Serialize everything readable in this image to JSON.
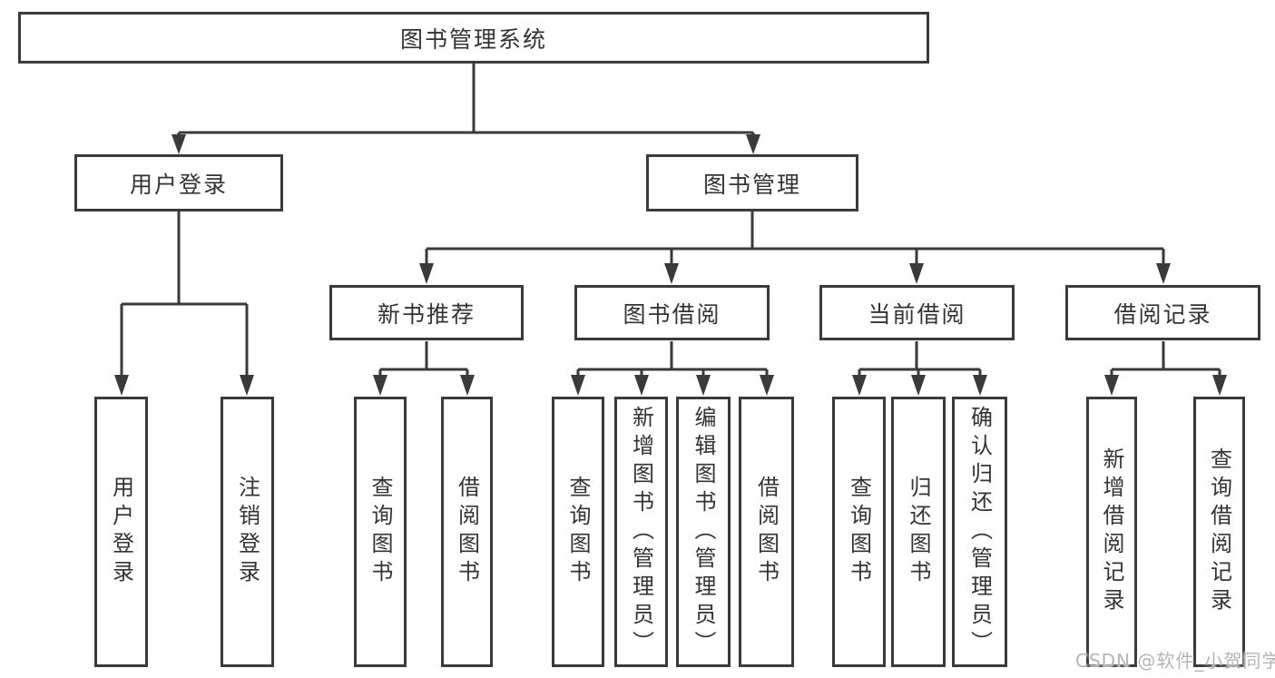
{
  "colors": {
    "line": "#3a3a3a",
    "node_border": "#3a3a3a",
    "node_text": "#333333",
    "background": "#ffffff",
    "watermark": "#b4b4b4"
  },
  "watermark": "CSDN @软件_小贺同学",
  "tree": {
    "root": {
      "label": "图书管理系统",
      "children": [
        {
          "label": "用户登录",
          "children": [
            {
              "label": "用户登录"
            },
            {
              "label": "注销登录"
            }
          ]
        },
        {
          "label": "图书管理",
          "children": [
            {
              "label": "新书推荐",
              "children": [
                {
                  "label": "查询图书"
                },
                {
                  "label": "借阅图书"
                }
              ]
            },
            {
              "label": "图书借阅",
              "children": [
                {
                  "label": "查询图书"
                },
                {
                  "label": "新增图书（管理员）"
                },
                {
                  "label": "编辑图书（管理员）"
                },
                {
                  "label": "借阅图书"
                }
              ]
            },
            {
              "label": "当前借阅",
              "children": [
                {
                  "label": "查询图书"
                },
                {
                  "label": "归还图书"
                },
                {
                  "label": "确认归还（管理员）"
                }
              ]
            },
            {
              "label": "借阅记录",
              "children": [
                {
                  "label": "新增借阅记录"
                },
                {
                  "label": "查询借阅记录"
                }
              ]
            }
          ]
        }
      ]
    }
  }
}
